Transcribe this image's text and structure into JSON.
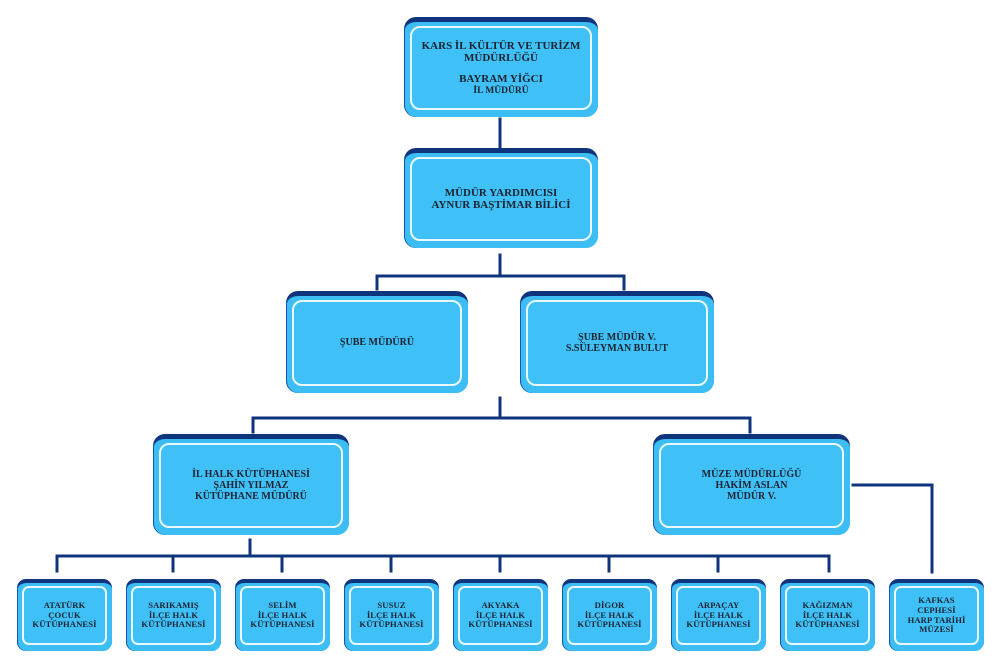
{
  "colors": {
    "box_fill": "#3cbdf4",
    "box_top_edge": "#10347c",
    "inner_border": "#e9f8ff",
    "connector": "#10347c",
    "text": "#1c2230"
  },
  "chart": {
    "root": {
      "org": [
        "KARS İL KÜLTÜR VE TURİZM",
        "MÜDÜRLÜĞÜ"
      ],
      "name": "BAYRAM YİĞCI",
      "title": "İL MÜDÜRÜ"
    },
    "deputy": {
      "lines": [
        "MÜDÜR YARDIMCISI",
        "AYNUR BAŞTİMAR BİLİCİ"
      ]
    },
    "branches": [
      {
        "lines": [
          "ŞUBE MÜDÜRÜ"
        ]
      },
      {
        "lines": [
          "ŞUBE MÜDÜR V.",
          "S.SÜLEYMAN BULUT"
        ]
      }
    ],
    "units": [
      {
        "lines": [
          "İL HALK KÜTÜPHANESİ",
          "ŞAHİN YILMAZ",
          "KÜTÜPHANE MÜDÜRÜ"
        ]
      },
      {
        "lines": [
          "MÜZE MÜDÜRLÜĞÜ",
          "HAKİM ASLAN",
          "MÜDÜR V."
        ]
      }
    ],
    "libraries": [
      {
        "lines": [
          "ATATÜRK",
          "ÇOCUK",
          "KÜTÜPHANESİ"
        ]
      },
      {
        "lines": [
          "SARIKAMIŞ",
          "İLÇE HALK",
          "KÜTÜPHANESİ"
        ]
      },
      {
        "lines": [
          "SELİM",
          "İLÇE HALK",
          "KÜTÜPHANESİ"
        ]
      },
      {
        "lines": [
          "SUSUZ",
          "İLÇE HALK",
          "KÜTÜPHANESİ"
        ]
      },
      {
        "lines": [
          "AKYAKA",
          "İLÇE HALK",
          "KÜTÜPHANESİ"
        ]
      },
      {
        "lines": [
          "DİGOR",
          "İLÇE HALK",
          "KÜTÜPHANESİ"
        ]
      },
      {
        "lines": [
          "ARPAÇAY",
          "İLÇE HALK",
          "KÜTÜPHANESİ"
        ]
      },
      {
        "lines": [
          "KAĞIZMAN",
          "İLÇE HALK",
          "KÜTÜPHANESİ"
        ]
      }
    ],
    "museum": {
      "lines": [
        "KAFKAS",
        "CEPHESİ",
        "HARP TARİHİ",
        "MÜZESİ"
      ]
    }
  }
}
